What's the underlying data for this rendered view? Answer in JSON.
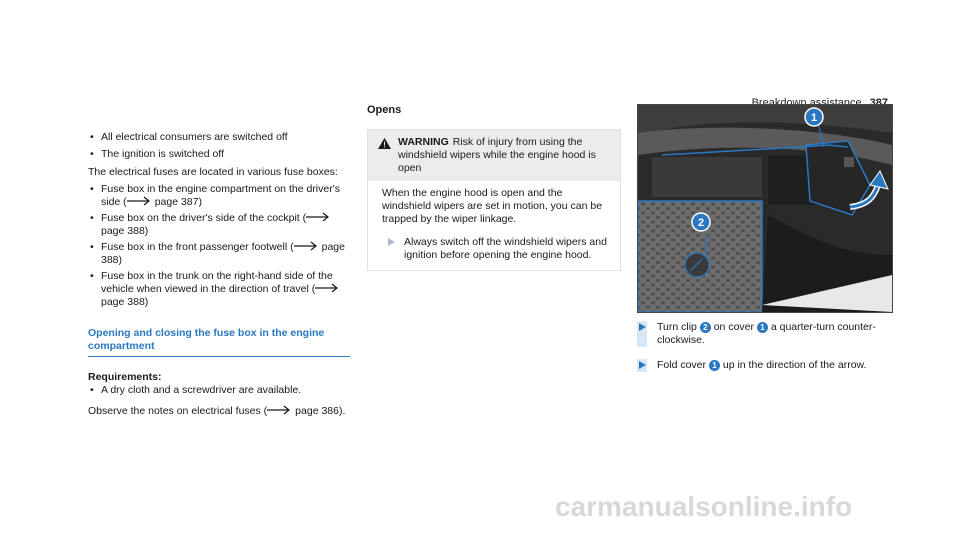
{
  "header": {
    "title": "Breakdown assistance",
    "page_number": "387"
  },
  "col1": {
    "bullets": [
      "All electrical consumers are switched off",
      "The ignition is switched off"
    ],
    "intro": "The electrical fuses are located in various fuse boxes:",
    "fuse_locations": [
      {
        "text": "Fuse box in the engine compartment on the driver's side (",
        "ref": "page 387)"
      },
      {
        "text": "Fuse box on the driver's side of the cockpit (",
        "ref": "page 388)"
      },
      {
        "text": "Fuse box in the front passenger footwell (",
        "ref": "page 388)"
      },
      {
        "text": "Fuse box in the trunk on the right-hand side of the vehicle when viewed in the direction of travel (",
        "ref": "page 388)"
      }
    ],
    "section_title": "Opening and closing the fuse box in the engine compartment",
    "requirements_label": "Requirements:",
    "requirements": [
      "A dry cloth and a screwdriver are available."
    ],
    "observe_text": "Observe the notes on electrical fuses (",
    "observe_ref": "page 386)."
  },
  "col2": {
    "heading": "Opens",
    "warning": {
      "label": "WARNING",
      "title": "Risk of injury from using the windshield wipers while the engine hood is open",
      "body": "When the engine hood is open and the windshield wipers are set in motion, you can be trapped by the wiper linkage.",
      "tip": "Always switch off the windshield wipers and ignition before opening the engine hood."
    }
  },
  "photo": {
    "callouts": [
      "1",
      "2"
    ]
  },
  "steps": [
    {
      "pre": "Turn clip",
      "n1": "2",
      "mid": "on cover",
      "n2": "1",
      "post": "a quarter-turn counter-clockwise."
    },
    {
      "pre": "Fold cover",
      "n1": "1",
      "post": "up in the direction of the arrow."
    }
  ],
  "watermark": "carmanualsonline.info",
  "colors": {
    "accent": "#2a78c1",
    "tip_bar": "#d7e7f5",
    "warning_bg": "#ececec"
  }
}
